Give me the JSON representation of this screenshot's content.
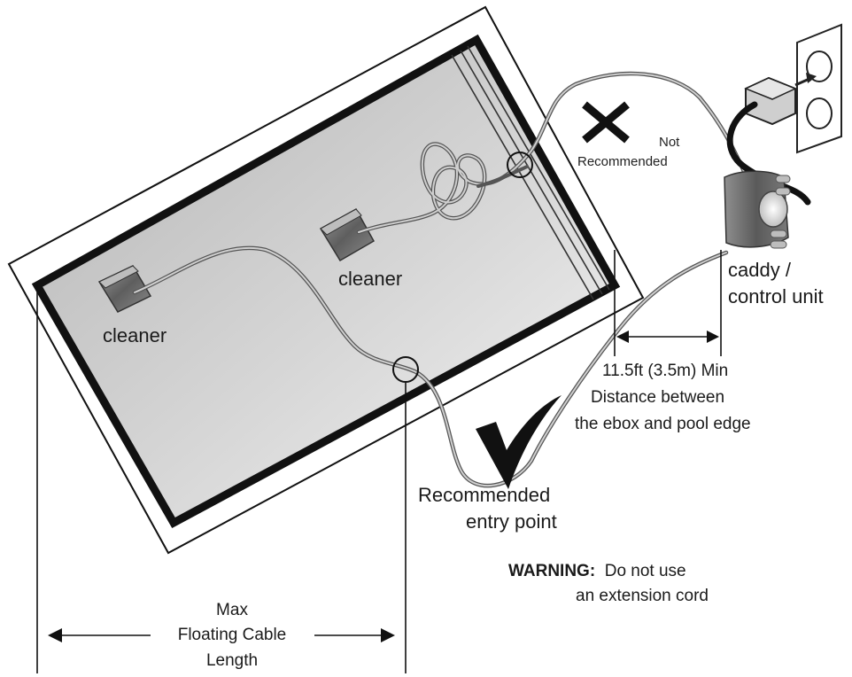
{
  "labels": {
    "cleaner_left": "cleaner",
    "cleaner_middle": "cleaner",
    "not_recommended_line1": "Not",
    "not_recommended_line2": "Recommended",
    "caddy_line1": "caddy /",
    "caddy_line2": "control unit",
    "distance_line1": "11.5ft (3.5m) Min",
    "distance_line2": "Distance between",
    "distance_line3": "the ebox and pool edge",
    "recommended_line1": "Recommended",
    "recommended_line2": "entry point",
    "warning_bold": "WARNING:",
    "warning_line1": "Do not use",
    "warning_line2": "an extension cord",
    "max_line1": "Max",
    "max_line2": "Floating Cable",
    "max_line3": "Length"
  },
  "icons": {
    "bad": "x-mark-icon",
    "good": "check-mark-icon",
    "outlet": "wall-outlet-icon",
    "plug": "power-plug-icon",
    "caddy": "caddy-control-unit-icon",
    "cleaner": "pool-cleaner-icon"
  },
  "colors": {
    "pool_fill_light": "#f2f2f2",
    "pool_fill_dark": "#b8b8b8",
    "border": "#111111",
    "cable": "#8a8a8a",
    "caddy": "#6e6e6e"
  }
}
